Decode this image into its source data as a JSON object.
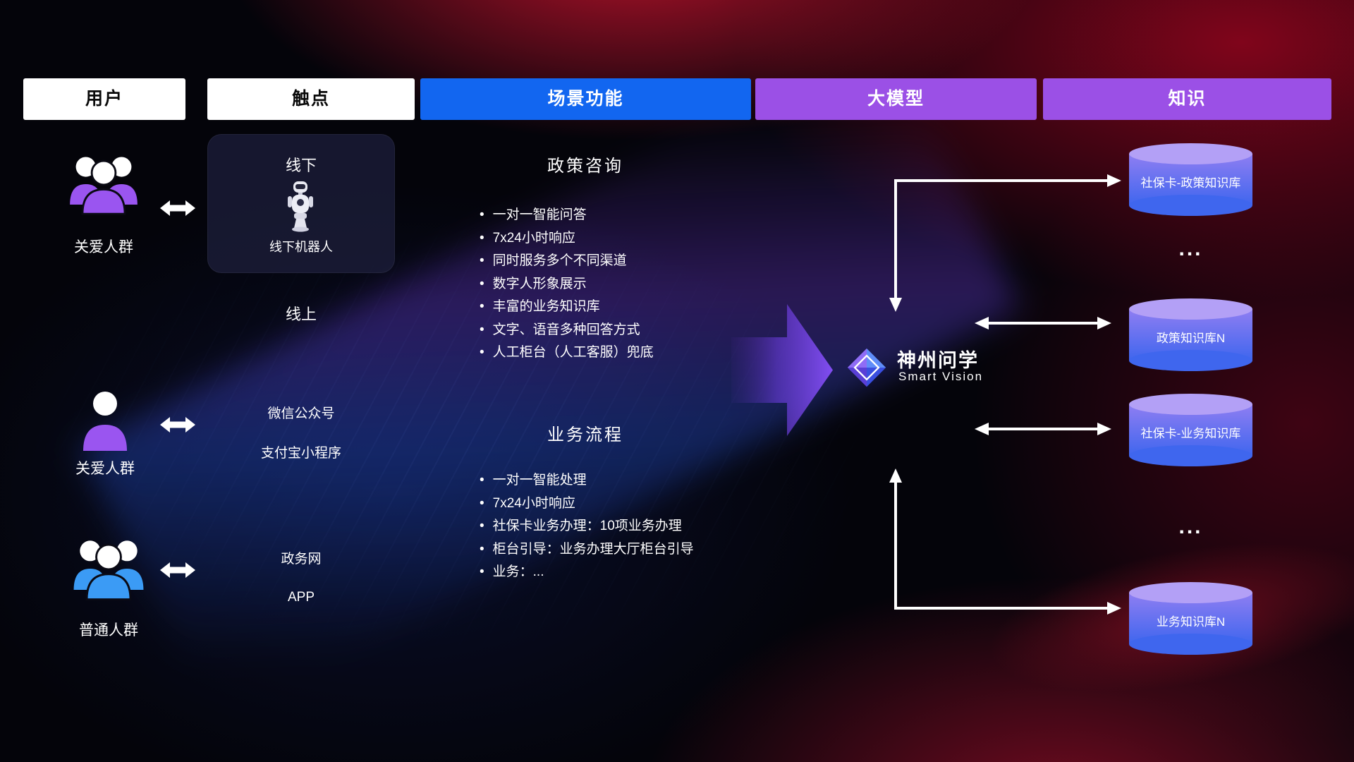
{
  "header": {
    "columns": [
      {
        "label": "用户"
      },
      {
        "label": "触点"
      },
      {
        "label": "场景功能"
      },
      {
        "label": "大模型"
      },
      {
        "label": "知识"
      }
    ]
  },
  "users": [
    {
      "label": "关爱人群",
      "icon": "people-group",
      "color": "#9a55f0"
    },
    {
      "label": "关爱人群",
      "icon": "person",
      "color": "#9a55f0"
    },
    {
      "label": "普通人群",
      "icon": "people-group",
      "color": "#3b9bf5"
    }
  ],
  "touchpoints": {
    "offline": {
      "title": "线下",
      "device": "线下机器人"
    },
    "online_title": "线上",
    "channels": [
      "微信公众号",
      "支付宝小程序",
      "政务网",
      "APP"
    ]
  },
  "functions": [
    {
      "title": "政策咨询",
      "items": [
        "一对一智能问答",
        "7x24小时响应",
        "同时服务多个不同渠道",
        "数字人形象展示",
        "丰富的业务知识库",
        "文字、语音多种回答方式",
        "人工柜台（人工客服）兜底"
      ]
    },
    {
      "title": "业务流程",
      "items": [
        "一对一智能处理",
        "7x24小时响应",
        "社保卡业务办理：10项业务办理",
        "柜台引导：业务办理大厅柜台引导",
        "业务：..."
      ]
    }
  ],
  "model": {
    "name": "神州问学",
    "subtitle": "Smart Vision"
  },
  "knowledge": {
    "items": [
      {
        "label": "社保卡-政策知识库",
        "type": "database"
      },
      {
        "label": "...",
        "type": "ellipsis"
      },
      {
        "label": "政策知识库N",
        "type": "database"
      },
      {
        "label": "社保卡-业务知识库",
        "type": "database"
      },
      {
        "label": "...",
        "type": "ellipsis"
      },
      {
        "label": "业务知识库N",
        "type": "database"
      }
    ]
  },
  "colors": {
    "header_blue": "#1266f0",
    "header_purple": "#9b50e6",
    "user_purple": "#9a55f0",
    "user_blue": "#3b9bf5",
    "flow_arrow_purple": "#7a4af0",
    "cylinder_top": "#b3a0f6",
    "cylinder_gradient_top": "#8f7ef2",
    "cylinder_gradient_bottom": "#3f66ee",
    "background_red": "#c01030",
    "background_blue": "#2a50d8",
    "connector_white": "#ffffff"
  }
}
